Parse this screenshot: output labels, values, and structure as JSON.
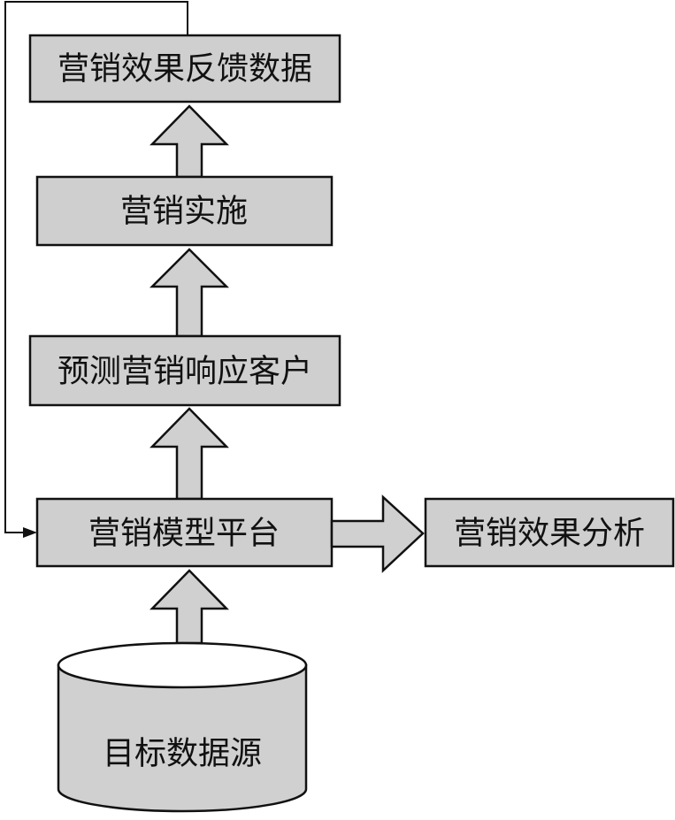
{
  "nodes": {
    "feedback_data": "营销效果反馈数据",
    "implementation": "营销实施",
    "predict_customers": "预测营销响应客户",
    "model_platform": "营销模型平台",
    "effect_analysis": "营销效果分析",
    "target_data_source": "目标数据源"
  }
}
